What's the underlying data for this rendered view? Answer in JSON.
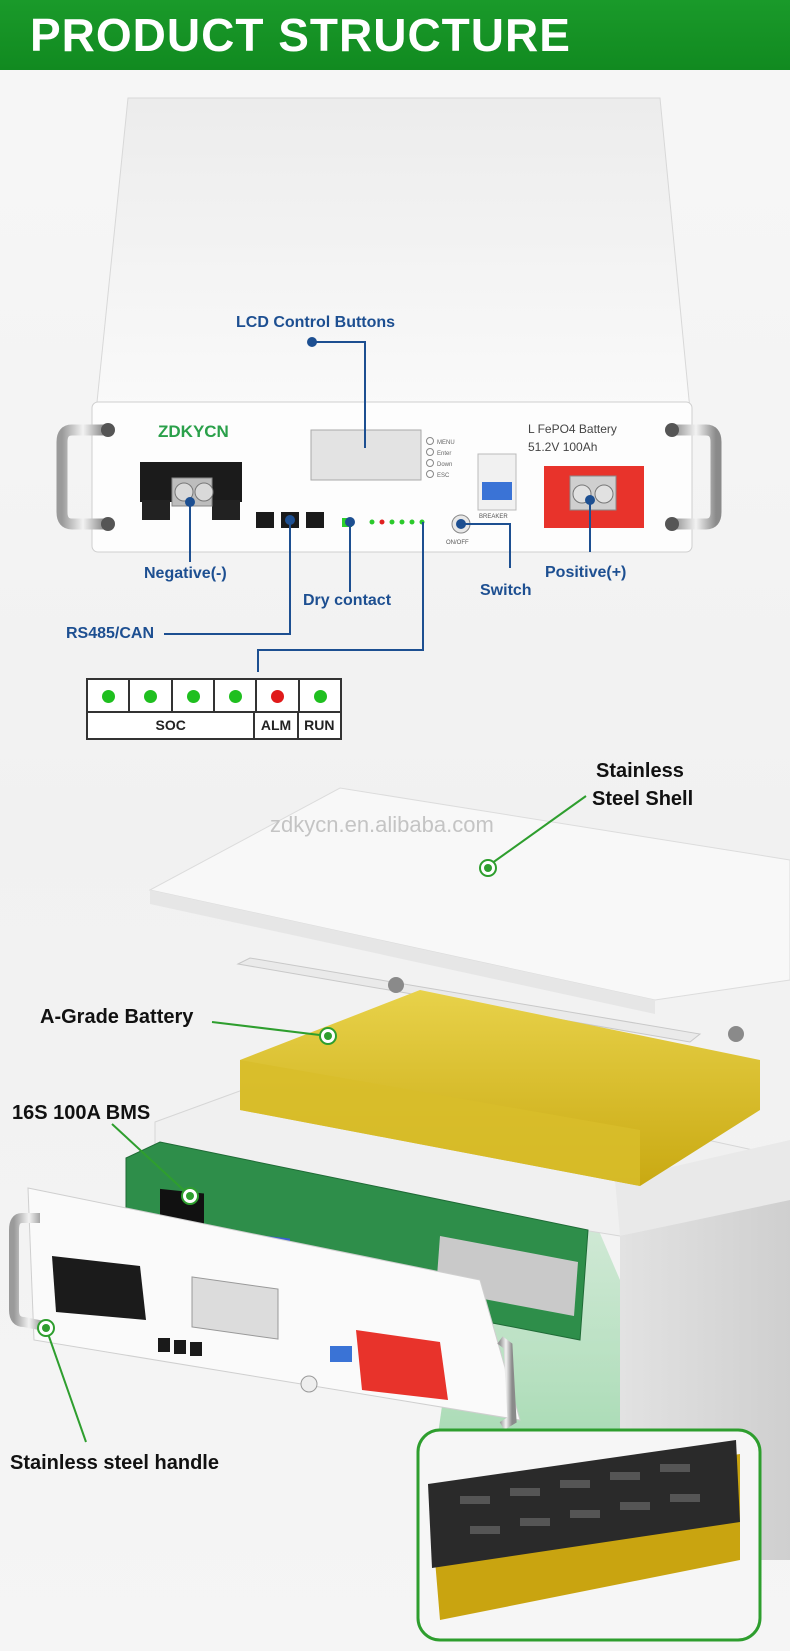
{
  "header": {
    "title": "PRODUCT STRUCTURE"
  },
  "panel": {
    "brand": "ZDKYCN",
    "model_line1": "L FePO4 Battery",
    "model_line2": "51.2V  100Ah",
    "lcd_buttons": [
      "MENU",
      "Enter",
      "Down",
      "ESC"
    ],
    "breaker_label": "BREAKER",
    "onoff_label": "ON/OFF"
  },
  "labels": {
    "lcd": "LCD Control Buttons",
    "negative": "Negative(-)",
    "dry_contact": "Dry contact",
    "switch": "Switch",
    "positive": "Positive(+)",
    "rs485": "RS485/CAN"
  },
  "indicator_table": {
    "leds": [
      {
        "color": "#1fbf1f"
      },
      {
        "color": "#1fbf1f"
      },
      {
        "color": "#1fbf1f"
      },
      {
        "color": "#1fbf1f"
      },
      {
        "color": "#e01a1a"
      },
      {
        "color": "#1fbf1f"
      }
    ],
    "soc": "SOC",
    "alm": "ALM",
    "run": "RUN"
  },
  "watermark": "zdkycn.en.alibaba.com",
  "exploded": {
    "shell": "Stainless\nSteel Shell",
    "shell_line1": "Stainless",
    "shell_line2": "Steel Shell",
    "battery": "A-Grade Battery",
    "bms": "16S 100A BMS",
    "handle": "Stainless steel handle"
  },
  "colors": {
    "banner": "#159326",
    "label_blue": "#1d4f91",
    "terminal_red": "#e8332b",
    "callout_green": "#2e9e2e"
  }
}
